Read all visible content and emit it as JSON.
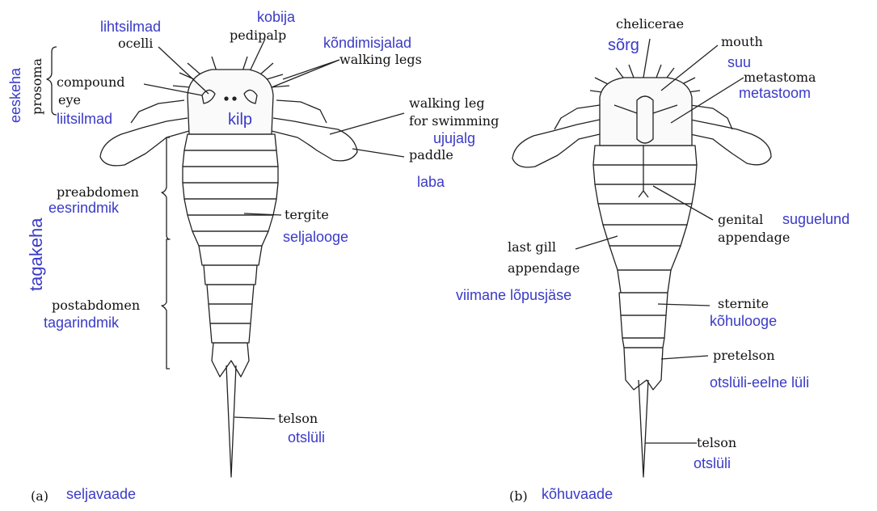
{
  "colors": {
    "estonian_label": "#3a3ac8",
    "english_label": "#111111",
    "line": "#222222"
  },
  "panel_a": {
    "letter": "(a)",
    "view_label": "seljavaade",
    "labels": {
      "prosoma": "prosoma",
      "eeskeha": "eeskeha",
      "lihtsilmad": "lihtsilmad",
      "ocelli": "ocelli",
      "kobija": "kobija",
      "pedipalp": "pedipalp",
      "kondimisjalad": "kõndimisjalad",
      "walking_legs": "walking legs",
      "compound": "compound",
      "eye": "eye",
      "liitsilmad": "liitsilmad",
      "kilp": "kilp",
      "walking_leg": "walking leg",
      "for_swimming": "for swimming",
      "ujujalg": "ujujalg",
      "paddle": "paddle",
      "laba": "laba",
      "preabdomen": "preabdomen",
      "eesrindmik": "eesrindmik",
      "tagakeha": "tagakeha",
      "tergite": "tergite",
      "seljalooge": "seljalooge",
      "postabdomen": "postabdomen",
      "tagarindmik": "tagarindmik",
      "telson": "telson",
      "otsluli": "otslüli"
    }
  },
  "panel_b": {
    "letter": "(b)",
    "view_label": "kõhuvaade",
    "labels": {
      "chelicerae": "chelicerae",
      "sorg": "sõrg",
      "mouth": "mouth",
      "suu": "suu",
      "metastoma": "metastoma",
      "metastoom": "metastoom",
      "genital": "genital",
      "appendage": "appendage",
      "suguelund": "suguelund",
      "last_gill": "last gill",
      "gill_appendage": "appendage",
      "viimane_lopusjase": "viimane lõpusjäse",
      "sternite": "sternite",
      "kohulooge": "kõhulooge",
      "pretelson": "pretelson",
      "otsluli_eelne_luli": "otslüli-eelne lüli",
      "telson": "telson",
      "otsluli": "otslüli"
    }
  }
}
